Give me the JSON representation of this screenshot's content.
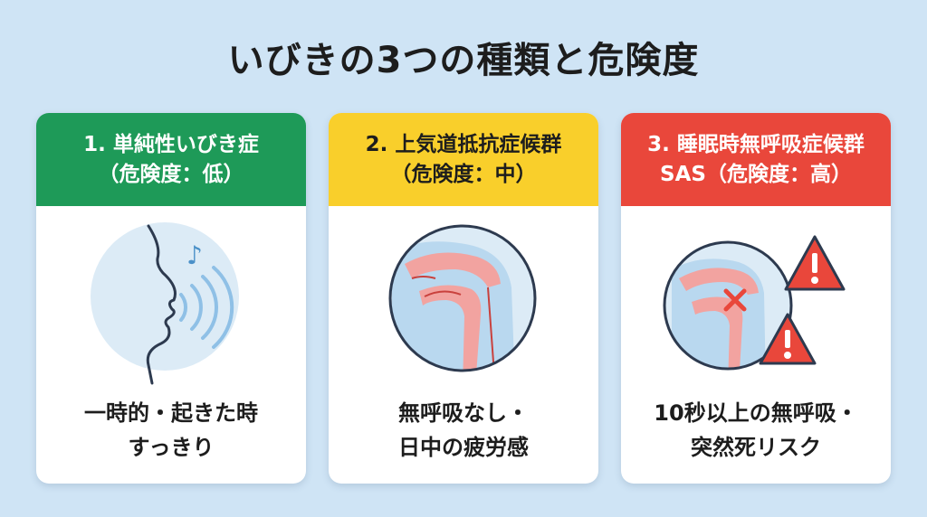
{
  "title": "いびきの3つの種類と危険度",
  "colors": {
    "background": "#cfe4f5",
    "green": "#1e9a58",
    "yellow": "#f9cf2b",
    "red": "#e9473b"
  },
  "cards": [
    {
      "header_line1": "1. 単純性いびき症",
      "header_line2": "（危険度：低）",
      "desc_line1": "一時的・起きた時",
      "desc_line2": "すっきり",
      "illustration": "face-snoring-icon"
    },
    {
      "header_line1": "2. 上気道抵抗症候群",
      "header_line2": "（危険度：中）",
      "desc_line1": "無呼吸なし・",
      "desc_line2": "日中の疲労感",
      "illustration": "airway-cross-section-icon"
    },
    {
      "header_line1": "3. 睡眠時無呼吸症候群",
      "header_line2": "SAS（危険度：高）",
      "desc_line1": "10秒以上の無呼吸・",
      "desc_line2": "突然死リスク",
      "illustration": "blocked-airway-warning-icon"
    }
  ]
}
